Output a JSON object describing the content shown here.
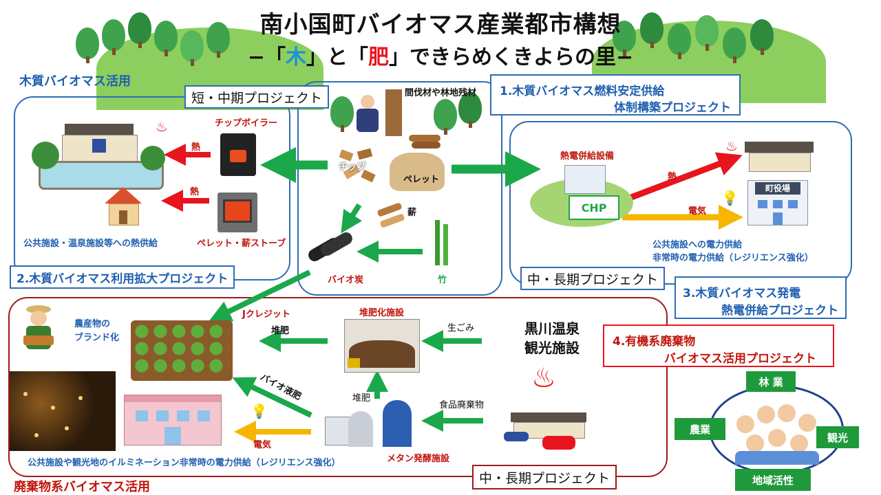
{
  "title": {
    "main": "南小国町バイオマス産業都市構想",
    "sub_prefix": "−「",
    "sub_ki": "木",
    "sub_mid": "」と「",
    "sub_hi": "肥",
    "sub_suffix": "」できらめくきよらの里−"
  },
  "section_wood": "木質バイオマス活用",
  "section_waste": "廃棄物系バイオマス活用",
  "tags": {
    "short_mid": "短・中期プロジェクト",
    "mid_long_1": "中・長期プロジェクト",
    "mid_long_2": "中・長期プロジェクト"
  },
  "projects": {
    "p1_line1": "1.木質バイオマス燃料安定供給",
    "p1_line2": "体制構築プロジェクト",
    "p2": "2.木質バイオマス利用拡大プロジェクト",
    "p3_line1": "3.木質バイオマス発電",
    "p3_line2": "熱電併給プロジェクト",
    "p4_line1": "4.有機系廃棄物",
    "p4_line2": "バイオマス活用プロジェクト"
  },
  "wood_left": {
    "chip_boiler": "チップボイラー",
    "heat1": "熱",
    "heat2": "熱",
    "pellet_stove": "ペレット・薪ストーブ",
    "heat_supply": "公共施設・温泉施設等への熱供給"
  },
  "wood_center": {
    "thinning": "間伐材や林地残材",
    "chip": "チップ",
    "pellet": "ペレット",
    "firewood": "薪",
    "biochar": "バイオ炭",
    "bamboo": "竹"
  },
  "wood_right": {
    "chp_facility": "熱電併給設備",
    "chp": "CHP",
    "heat": "熱",
    "electricity": "電気",
    "town_hall": "町役場",
    "power_line1": "公共施設への電力供給",
    "power_line2": "非常時の電力供給（レジリエンス強化）"
  },
  "waste": {
    "brand_line1": "農産物の",
    "brand_line2": "ブランド化",
    "j_credit": "Jクレジット",
    "compost": "堆肥",
    "compost_facility": "堆肥化施設",
    "food_scraps": "生ごみ",
    "onsen_line1": "黒川温泉",
    "onsen_line2": "観光施設",
    "bio_liquid": "バイオ液肥",
    "compost2": "堆肥",
    "food_waste": "食品廃棄物",
    "electricity": "電気",
    "methane": "メタン発酵施設",
    "illumination": "公共施設や観光地のイルミネーション非常時の電力供給（レジリエンス強化）"
  },
  "region": {
    "forestry": "林 業",
    "agriculture": "農業",
    "tourism": "観光",
    "revitalization": "地域活性"
  },
  "colors": {
    "blue": "#1f5fb0",
    "red": "#c0140c",
    "green_arrow": "#1aa84a",
    "red_arrow": "#e8141e",
    "yellow_arrow": "#f6b600",
    "region_green": "#1f9a3a"
  }
}
